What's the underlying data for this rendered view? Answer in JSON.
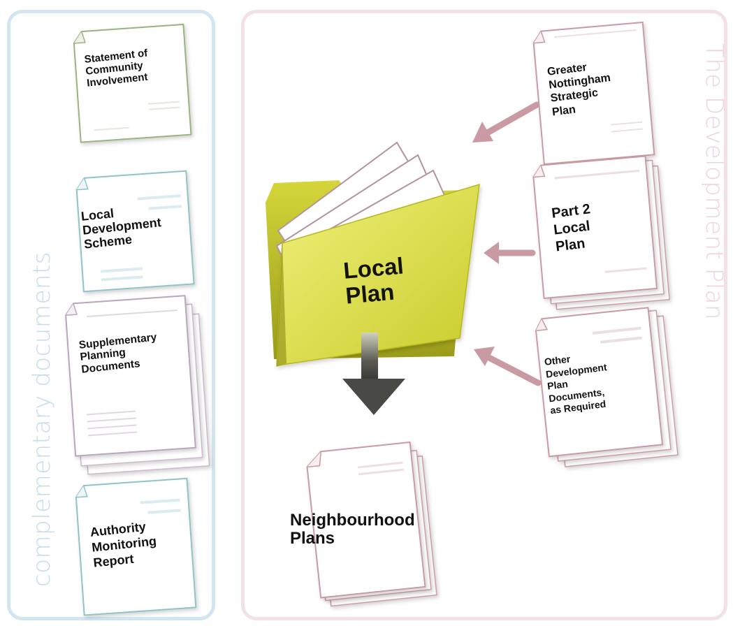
{
  "left_panel": {
    "title": "complementary documents"
  },
  "right_panel": {
    "title": "The Development Plan"
  },
  "documents": {
    "sci": "Statement of\nCommunity\nInvolvement",
    "lds": "Local\nDevelopment\nScheme",
    "spd": "Supplementary\nPlanning\nDocuments",
    "amr": "Authority\nMonitoring\nReport",
    "gnsp": "Greater\nNottingham\nStrategic\nPlan",
    "p2lp": "Part 2\nLocal\nPlan",
    "odpd": "Other\nDevelopment\nPlan\nDocuments,\nas Required",
    "np": "Neighbourhood\nPlans"
  },
  "folder": {
    "label": "Local\nPlan"
  },
  "colors": {
    "blue_frame": "#d3e6ef",
    "pink_frame": "#f2e2e6",
    "arrow_pink": "#c99aa2",
    "folder_yellow": "#e6e85a",
    "down_arrow": "#5a5a52"
  }
}
